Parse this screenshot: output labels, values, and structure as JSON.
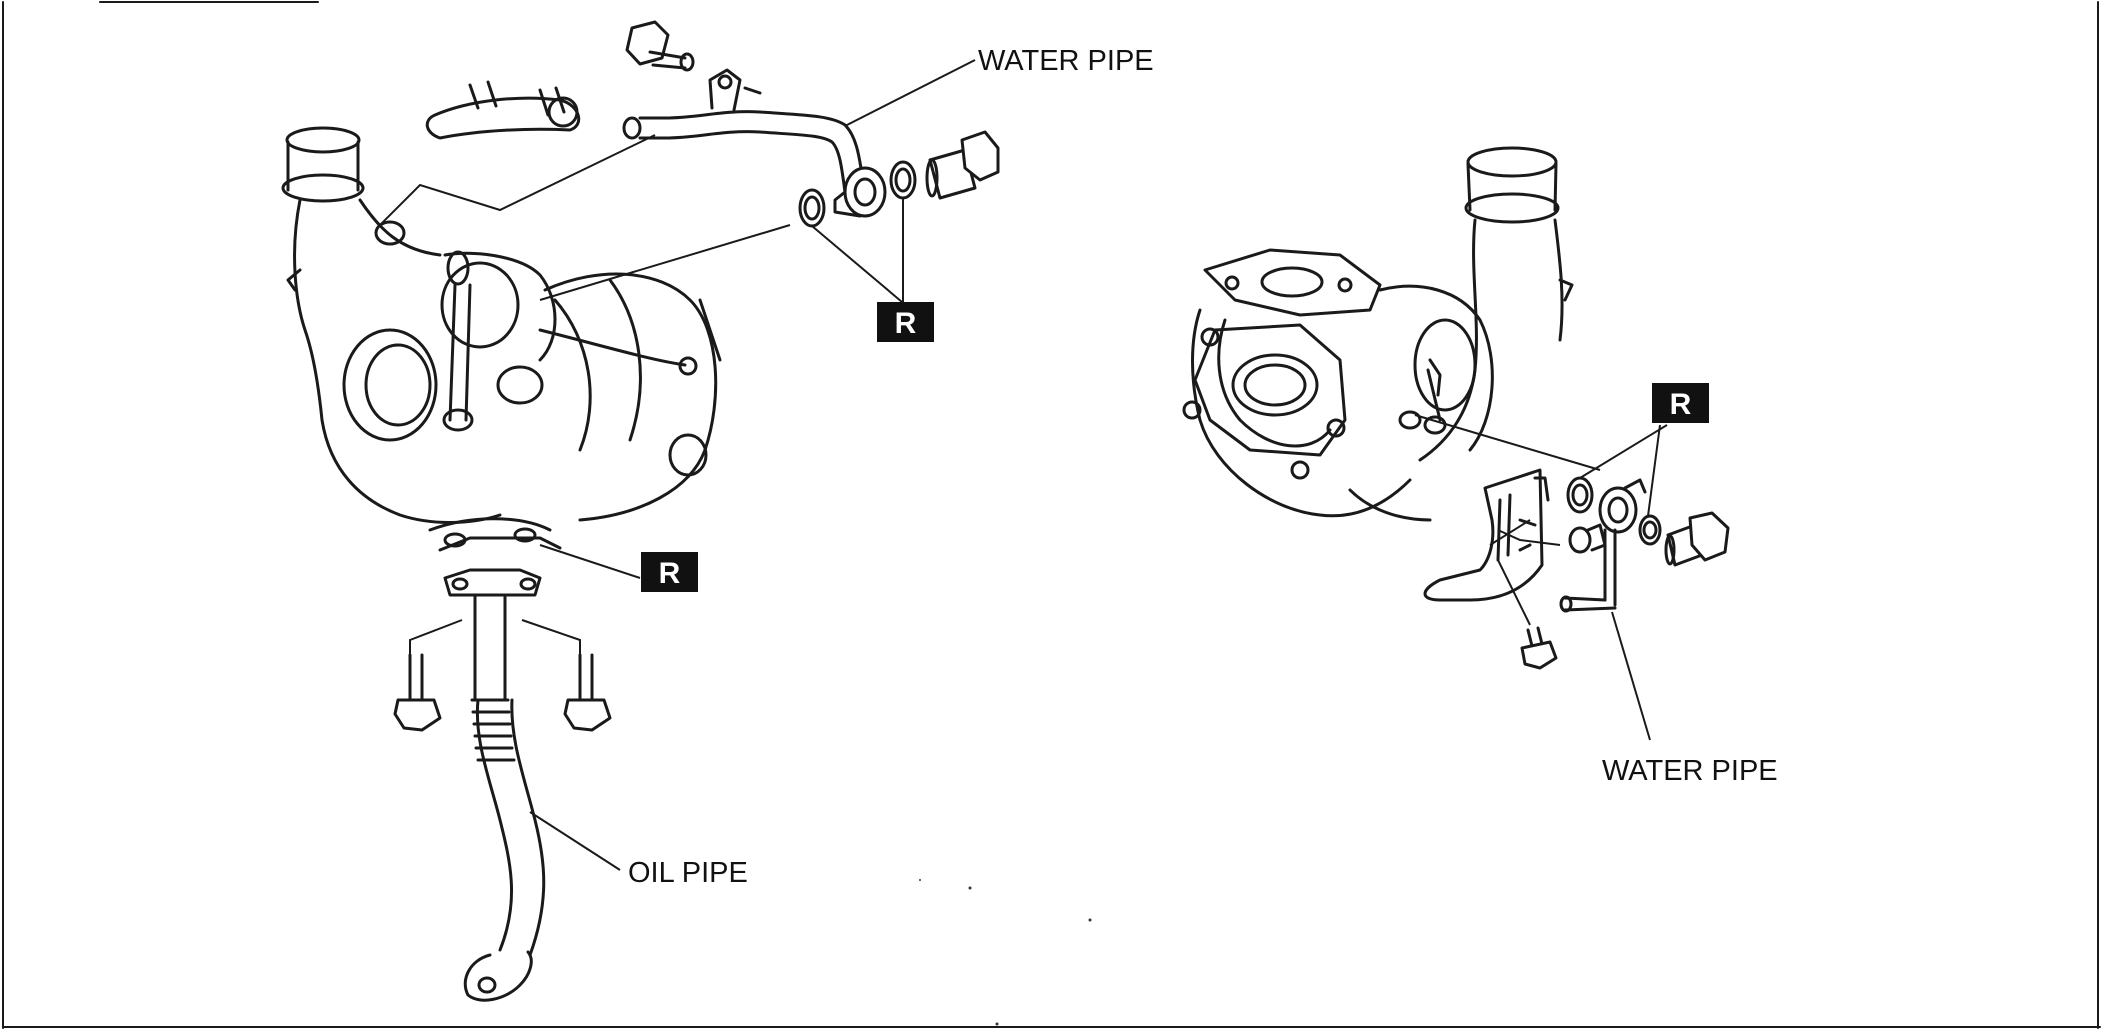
{
  "labels": {
    "water_pipe_top": "WATER PIPE",
    "water_pipe_right": "WATER PIPE",
    "oil_pipe": "OIL PIPE"
  },
  "badges": {
    "replace_top": "R",
    "replace_left": "R",
    "replace_right": "R"
  }
}
